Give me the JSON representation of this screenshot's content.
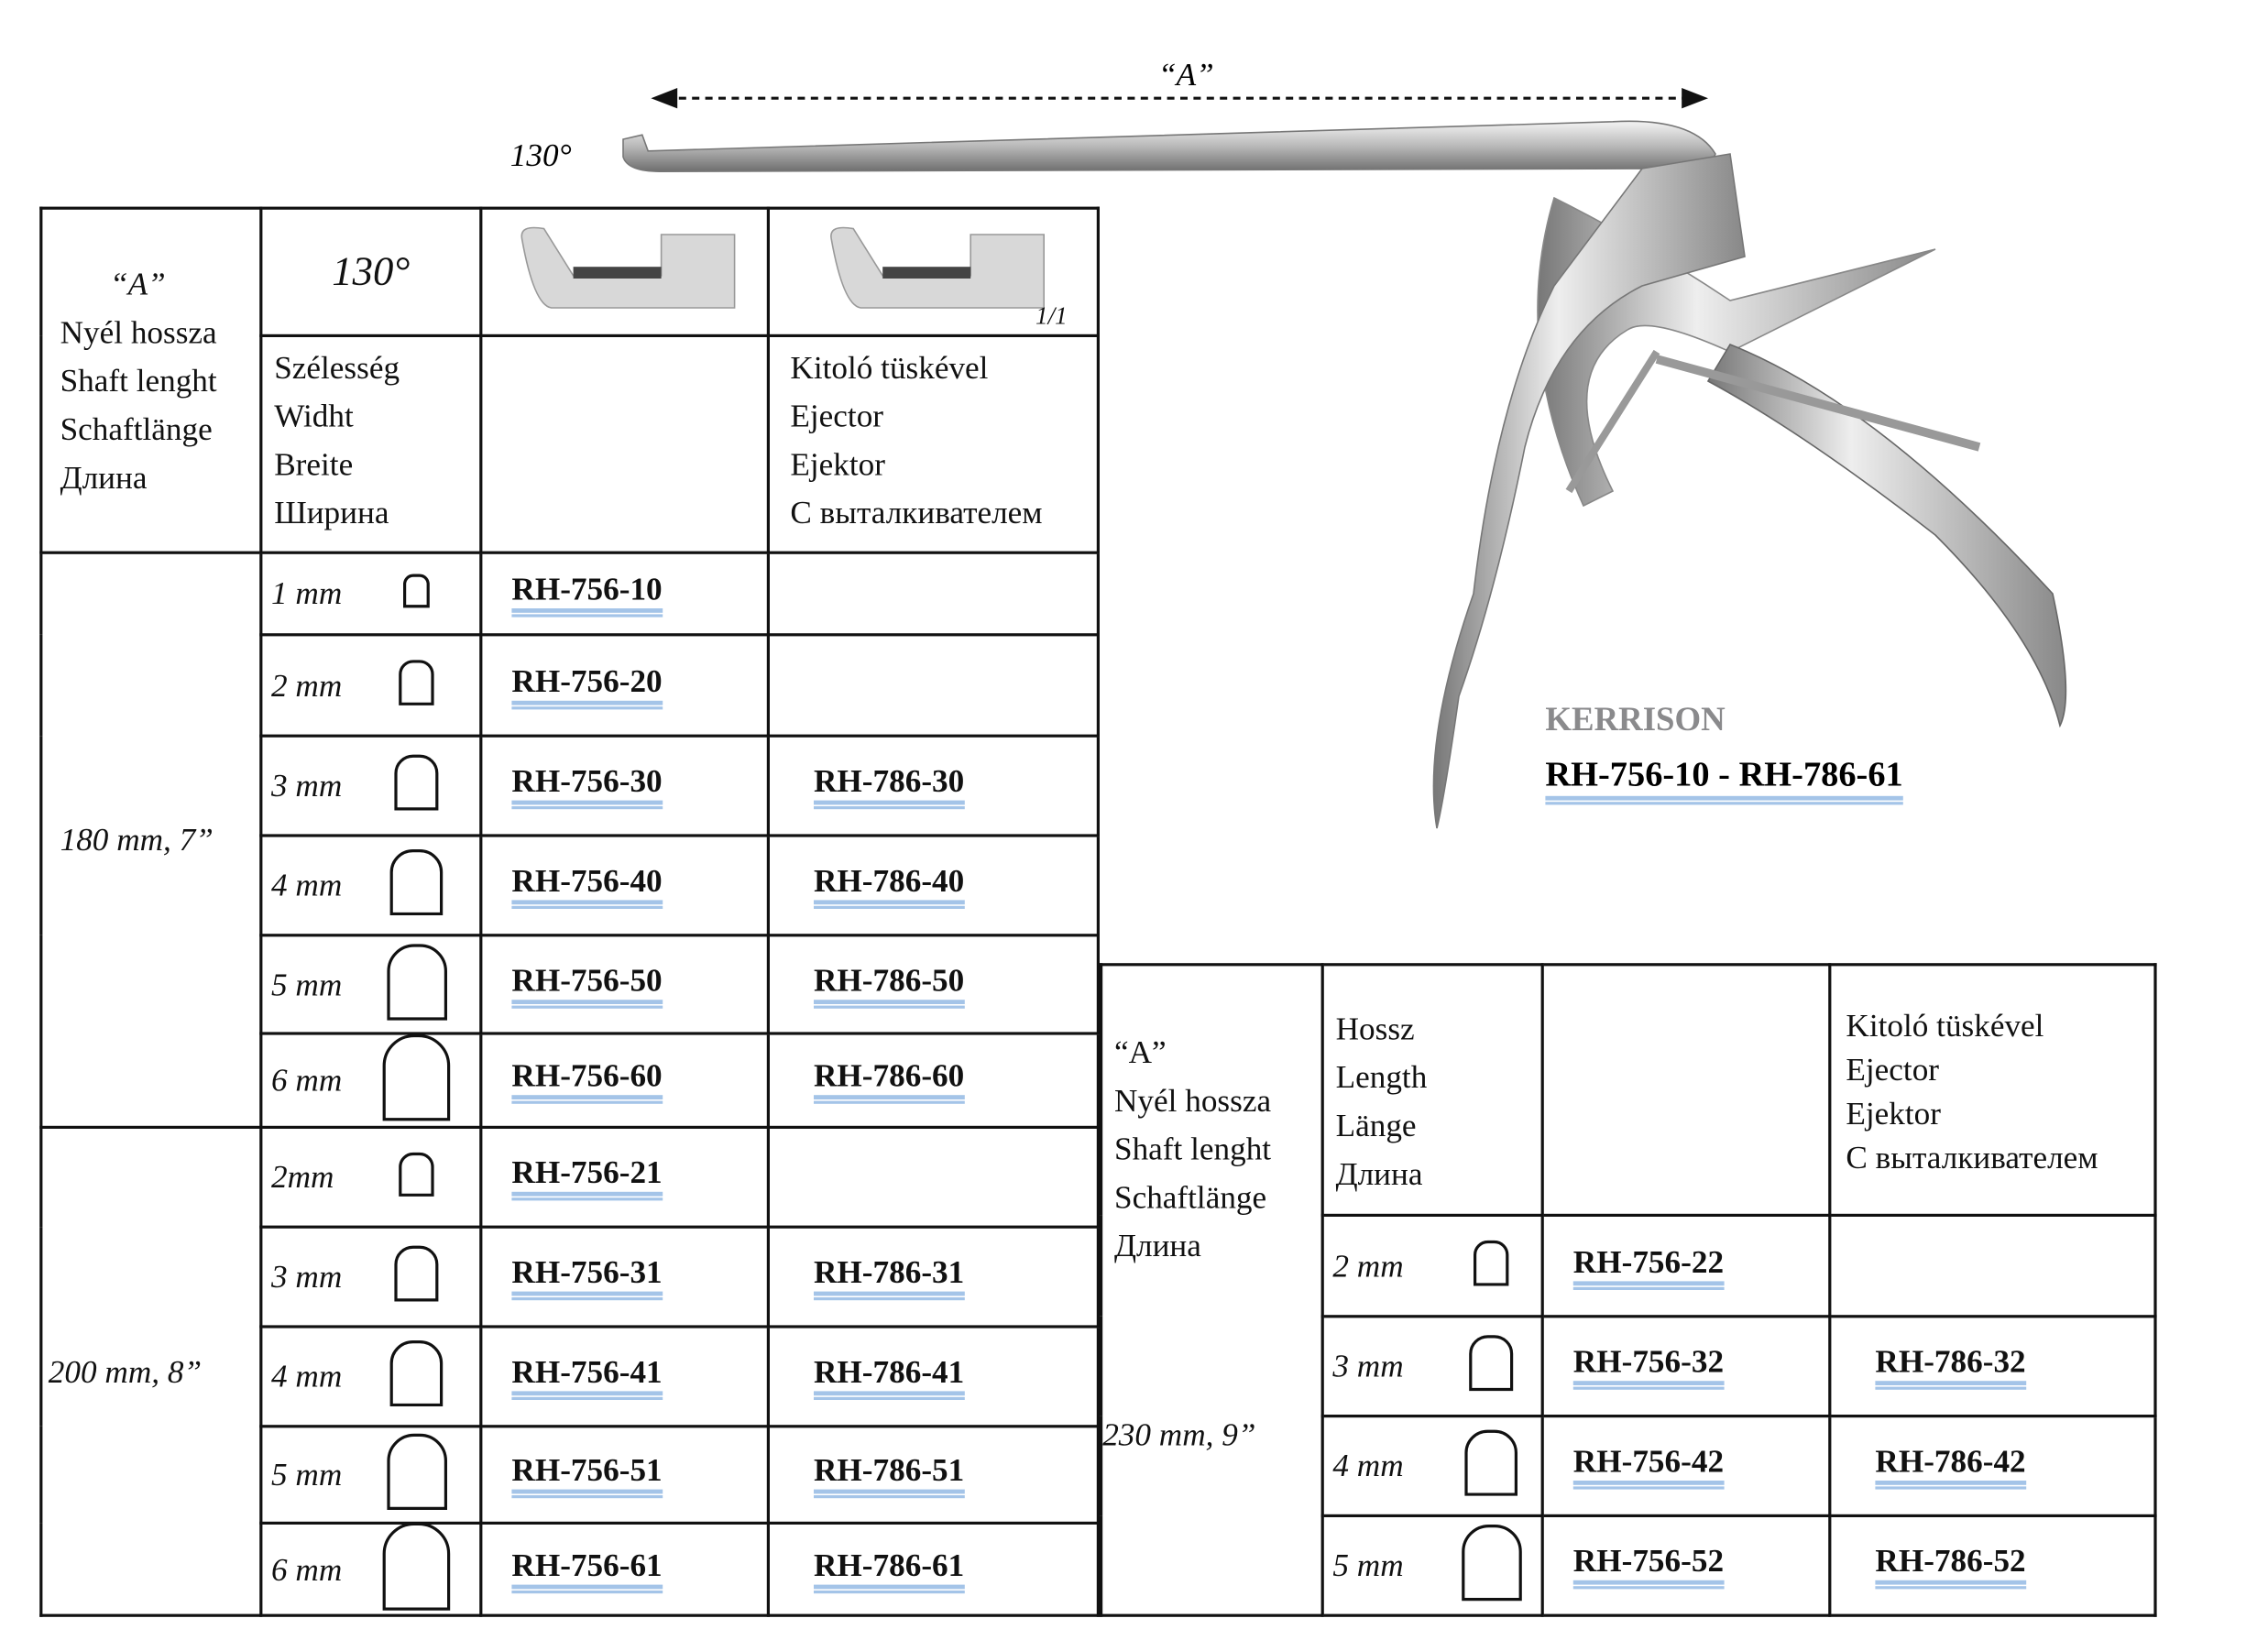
{
  "header": {
    "dimension_label": "“A”",
    "angle_label": "130°"
  },
  "product": {
    "name": "KERRISON",
    "range": "RH-756-10 - RH-786-61"
  },
  "left_table": {
    "header": {
      "col1": [
        "“A”",
        "Nyél hossza",
        "Shaft lenght",
        "Schaftlänge",
        "Длина"
      ],
      "angle": "130°",
      "width_labels": [
        "Szélesség",
        "Widht",
        "Breite",
        "Ширина"
      ],
      "scale": "1/1",
      "ejector_labels": [
        "Kitoló tüskével",
        "Ejector",
        "Ejektor",
        "С выталкивателем"
      ]
    },
    "groups": [
      {
        "length": "180 mm, 7”",
        "rows": [
          {
            "size": "1 mm",
            "mm": 1,
            "code": "RH-756-10",
            "ejector": ""
          },
          {
            "size": "2 mm",
            "mm": 2,
            "code": "RH-756-20",
            "ejector": ""
          },
          {
            "size": "3 mm",
            "mm": 3,
            "code": "RH-756-30",
            "ejector": "RH-786-30"
          },
          {
            "size": "4 mm",
            "mm": 4,
            "code": "RH-756-40",
            "ejector": "RH-786-40"
          },
          {
            "size": "5 mm",
            "mm": 5,
            "code": "RH-756-50",
            "ejector": "RH-786-50"
          },
          {
            "size": "6 mm",
            "mm": 6,
            "code": "RH-756-60",
            "ejector": "RH-786-60"
          }
        ]
      },
      {
        "length": "200 mm, 8”",
        "rows": [
          {
            "size": "2mm",
            "mm": 2,
            "code": "RH-756-21",
            "ejector": ""
          },
          {
            "size": "3 mm",
            "mm": 3,
            "code": "RH-756-31",
            "ejector": "RH-786-31"
          },
          {
            "size": "4 mm",
            "mm": 4,
            "code": "RH-756-41",
            "ejector": "RH-786-41"
          },
          {
            "size": "5 mm",
            "mm": 5,
            "code": "RH-756-51",
            "ejector": "RH-786-51"
          },
          {
            "size": "6 mm",
            "mm": 6,
            "code": "RH-756-61",
            "ejector": "RH-786-61"
          }
        ]
      }
    ]
  },
  "right_table": {
    "header": {
      "col1": [
        "“A”",
        "Nyél hossza",
        "Shaft lenght",
        "Schaftlänge",
        "Длина"
      ],
      "length_labels": [
        "Hossz",
        "Length",
        "Länge",
        "Длина"
      ],
      "ejector_labels": [
        "Kitoló tüskével",
        "Ejector",
        "Ejektor",
        "С выталкивателем"
      ]
    },
    "length": "230 mm, 9”",
    "rows": [
      {
        "size": "2 mm",
        "mm": 2,
        "code": "RH-756-22",
        "ejector": ""
      },
      {
        "size": "3 mm",
        "mm": 3,
        "code": "RH-756-32",
        "ejector": "RH-786-32"
      },
      {
        "size": "4 mm",
        "mm": 4,
        "code": "RH-756-42",
        "ejector": "RH-786-42"
      },
      {
        "size": "5 mm",
        "mm": 5,
        "code": "RH-756-52",
        "ejector": "RH-786-52"
      }
    ]
  }
}
